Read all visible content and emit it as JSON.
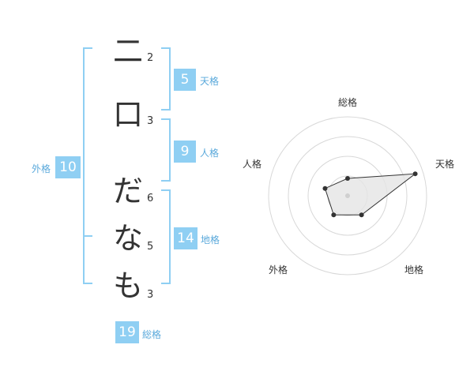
{
  "name": {
    "chars": [
      {
        "char": "二",
        "strokes": "2"
      },
      {
        "char": "口",
        "strokes": "3"
      },
      {
        "char": "だ",
        "strokes": "6"
      },
      {
        "char": "な",
        "strokes": "5"
      },
      {
        "char": "も",
        "strokes": "3"
      }
    ]
  },
  "kakusu": {
    "tenkaku": {
      "value": "5",
      "label": "天格"
    },
    "jinkaku": {
      "value": "9",
      "label": "人格"
    },
    "chikaku": {
      "value": "14",
      "label": "地格"
    },
    "gaikaku": {
      "value": "10",
      "label": "外格"
    },
    "soukaku": {
      "value": "19",
      "label": "総格"
    }
  },
  "radar": {
    "axes": [
      "総格",
      "天格",
      "地格",
      "外格",
      "人格"
    ],
    "values": [
      0.22,
      0.9,
      0.3,
      0.3,
      0.3
    ],
    "colors": {
      "accent": "#8fcff3",
      "ring": "#d8d8d8",
      "fill": "#e5e5e5",
      "point": "#333333"
    }
  }
}
